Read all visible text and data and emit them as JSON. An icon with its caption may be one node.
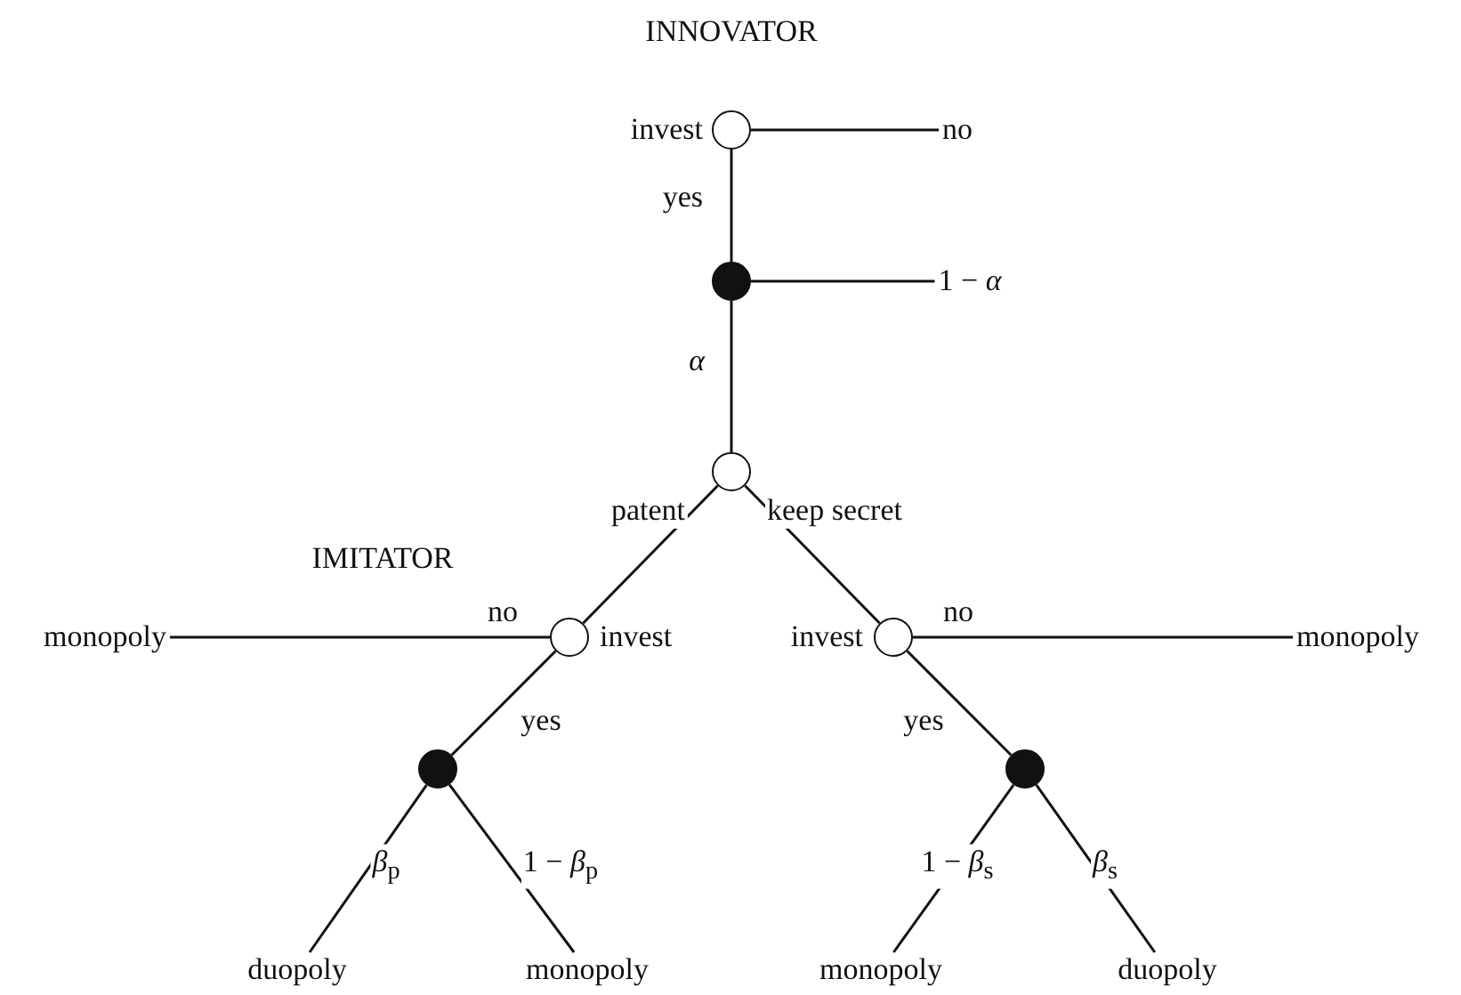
{
  "diagram": {
    "nodes": [
      {
        "text": [],
        "shape": "circle",
        "beside": [
          "invest"
        ]
      },
      {
        "text": [
          "no"
        ]
      },
      {
        "text": [],
        "shape": "dot"
      },
      {
        "text": [
          "1 − *α*"
        ]
      },
      {
        "text": [],
        "shape": "circle"
      },
      {
        "text": [],
        "shape": "circle",
        "beside": [
          "invest"
        ]
      },
      {
        "text": [
          "monopoly"
        ]
      },
      {
        "text": [],
        "shape": "dot"
      },
      {
        "text": [
          "duopoly"
        ]
      },
      {
        "text": [
          "monopoly"
        ]
      },
      {
        "text": [],
        "shape": "circle",
        "beside": [
          "invest"
        ]
      },
      {
        "text": [
          "monopoly"
        ]
      },
      {
        "text": [],
        "shape": "dot"
      },
      {
        "text": [
          "monopoly"
        ]
      },
      {
        "text": [
          "duopoly"
        ]
      }
    ],
    "edges": [
      {
        "from": 0,
        "to": 1,
        "arrow": "none"
      },
      {
        "from": 0,
        "to": 2,
        "arrow": "none",
        "label": "yes"
      },
      {
        "from": 2,
        "to": 3,
        "arrow": "none"
      },
      {
        "from": 2,
        "to": 4,
        "arrow": "none",
        "label": "*α*"
      },
      {
        "from": 4,
        "to": 5,
        "arrow": "none",
        "label": "patent"
      },
      {
        "from": 4,
        "to": 10,
        "arrow": "none",
        "label": "keep secret"
      },
      {
        "from": 5,
        "to": 6,
        "arrow": "none",
        "label": "no"
      },
      {
        "from": 5,
        "to": 7,
        "arrow": "none",
        "label": "yes"
      },
      {
        "from": 7,
        "to": 8,
        "arrow": "none",
        "label": "*β*$_{p}$"
      },
      {
        "from": 7,
        "to": 9,
        "arrow": "none",
        "label": "1 − *β*$_{p}$"
      },
      {
        "from": 10,
        "to": 11,
        "arrow": "none",
        "label": "no"
      },
      {
        "from": 10,
        "to": 12,
        "arrow": "none",
        "label": "yes"
      },
      {
        "from": 12,
        "to": 13,
        "arrow": "none",
        "label": "1 − *β*$_{s}$"
      },
      {
        "from": 12,
        "to": 14,
        "arrow": "none",
        "label": "*β*$_{s}$"
      }
    ],
    "labels": [
      "INNOVATOR",
      "IMITATOR"
    ]
  }
}
